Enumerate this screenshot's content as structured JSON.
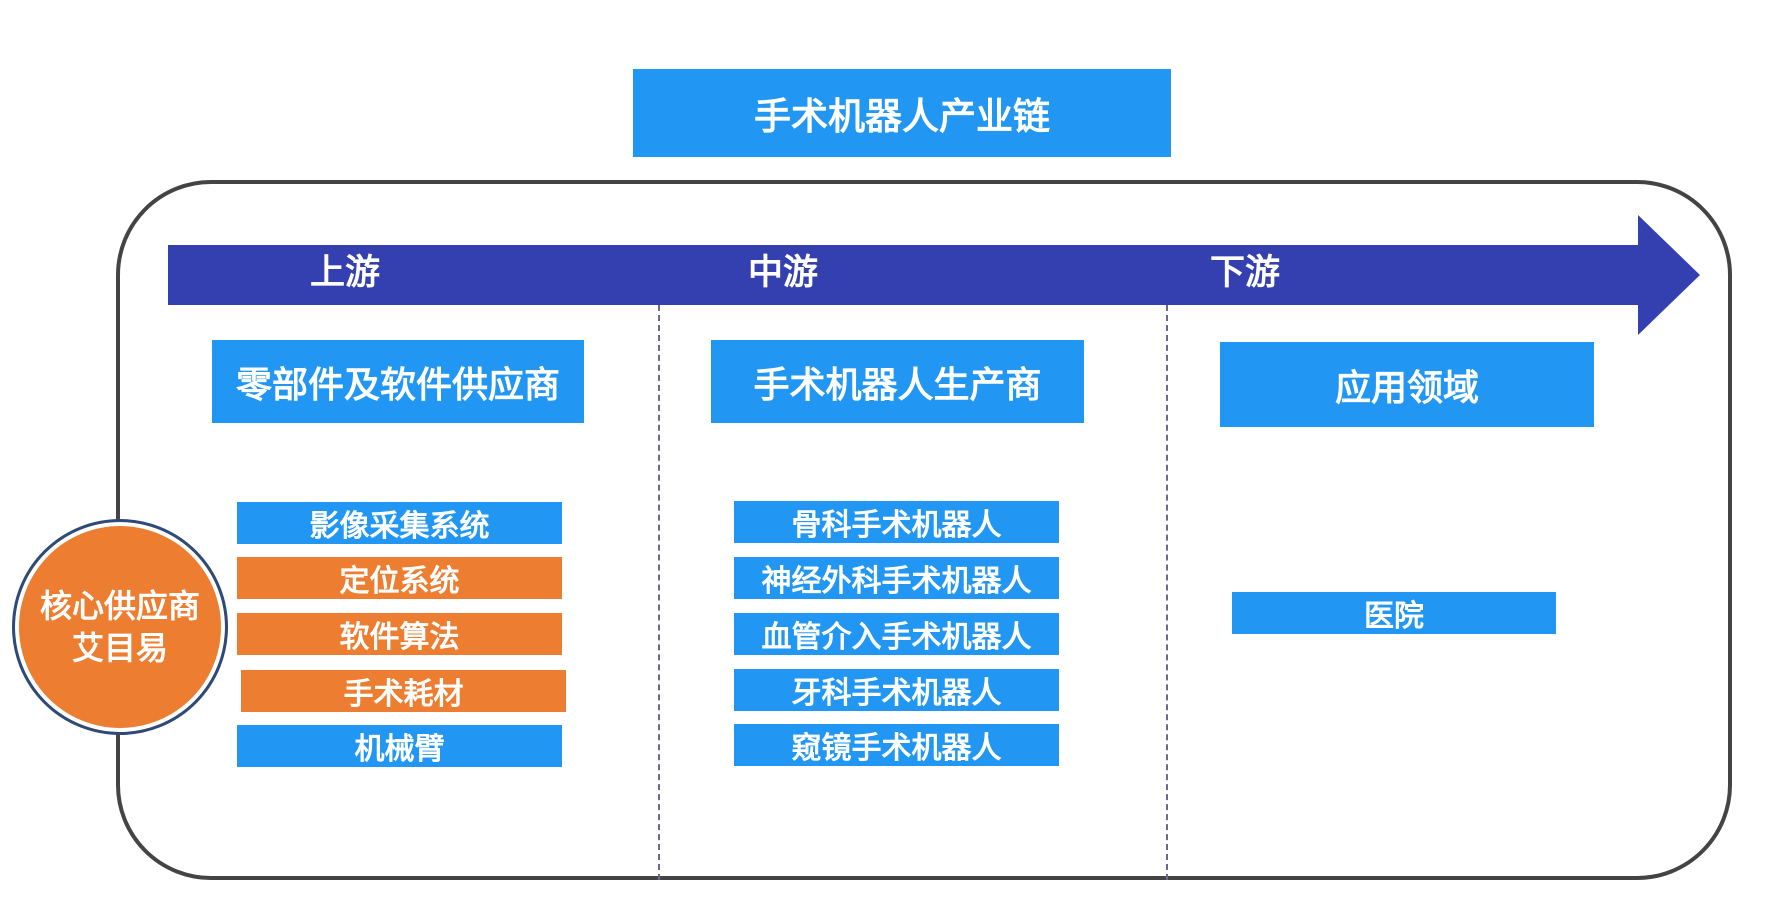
{
  "title": "手术机器人产业链",
  "colors": {
    "blue": "#2196f3",
    "orange": "#ed7d31",
    "arrow": "#3440b0",
    "frame": "#444444"
  },
  "stages": {
    "upstream": "上游",
    "midstream": "中游",
    "downstream": "下游"
  },
  "upstream": {
    "header": "零部件及软件供应商",
    "items": [
      "影像采集系统",
      "定位系统",
      "软件算法",
      "手术耗材",
      "机械臂"
    ]
  },
  "midstream": {
    "header": "手术机器人生产商",
    "items": [
      "骨科手术机器人",
      "神经外科手术机器人",
      "血管介入手术机器人",
      "牙科手术机器人",
      "窥镜手术机器人"
    ]
  },
  "downstream": {
    "header": "应用领域",
    "items": [
      "医院"
    ]
  },
  "core_supplier": {
    "line1": "核心供应商",
    "line2": "艾目易"
  }
}
